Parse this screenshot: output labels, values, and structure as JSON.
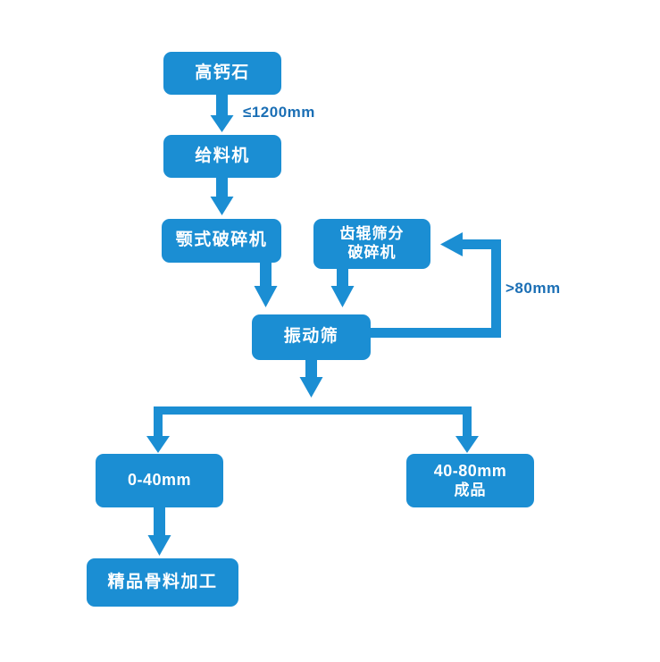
{
  "diagram": {
    "title": "High-calcium limestone crushing process flowchart",
    "accent_color": "#1b8ed3",
    "label_color": "#1b6fb5",
    "background_color": "#ffffff"
  },
  "nodes": {
    "raw_material": {
      "label": "高钙石"
    },
    "feeder": {
      "label": "给料机"
    },
    "jaw_crusher": {
      "label": "颚式破碎机"
    },
    "roller_crusher": {
      "line1": "齿辊筛分",
      "line2": "破碎机"
    },
    "vibrating_screen": {
      "label": "振动筛"
    },
    "product_0_40": {
      "label": "0-40mm"
    },
    "product_40_80": {
      "line1": "40-80mm",
      "line2": "成品"
    },
    "fine_aggregate": {
      "label": "精品骨料加工"
    }
  },
  "edge_labels": {
    "feed_size": "≤1200mm",
    "oversize_return": ">80mm"
  }
}
